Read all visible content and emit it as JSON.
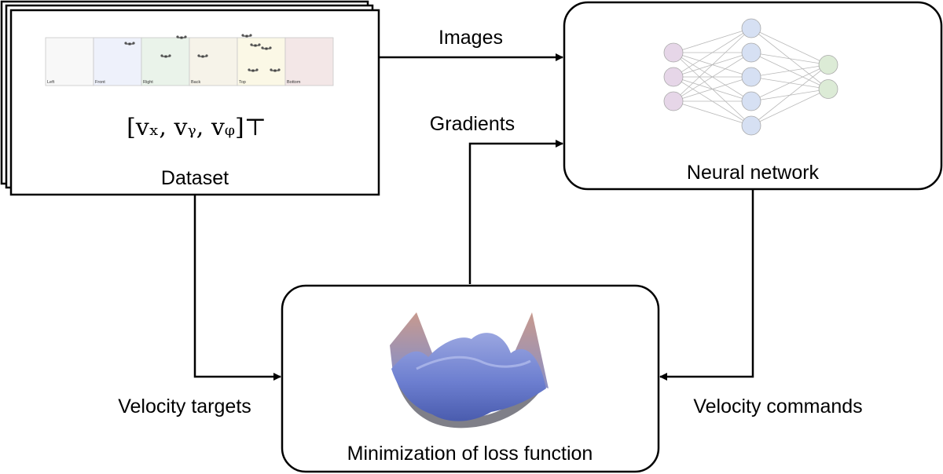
{
  "dataset": {
    "label": "Dataset",
    "vector_label": "[vₓ, vᵧ, vᵩ]⊤",
    "views": [
      {
        "name": "Left",
        "color": "#f8f8f8"
      },
      {
        "name": "Front",
        "color": "#eef1fb"
      },
      {
        "name": "Right",
        "color": "#eaf3ea"
      },
      {
        "name": "Back",
        "color": "#f6f3e9"
      },
      {
        "name": "Top",
        "color": "#fbf8e6"
      },
      {
        "name": "Bottom",
        "color": "#f3e7e7"
      }
    ]
  },
  "network": {
    "label": "Neural network",
    "layers": [
      {
        "count": 3,
        "color": "#e6d6e8"
      },
      {
        "count": 5,
        "color": "#d6e0f3"
      },
      {
        "count": 2,
        "color": "#dcebd6"
      }
    ]
  },
  "loss": {
    "label": "Minimization of loss function"
  },
  "edges": {
    "images": "Images",
    "gradients": "Gradients",
    "velocity_targets": "Velocity targets",
    "velocity_commands": "Velocity commands"
  }
}
